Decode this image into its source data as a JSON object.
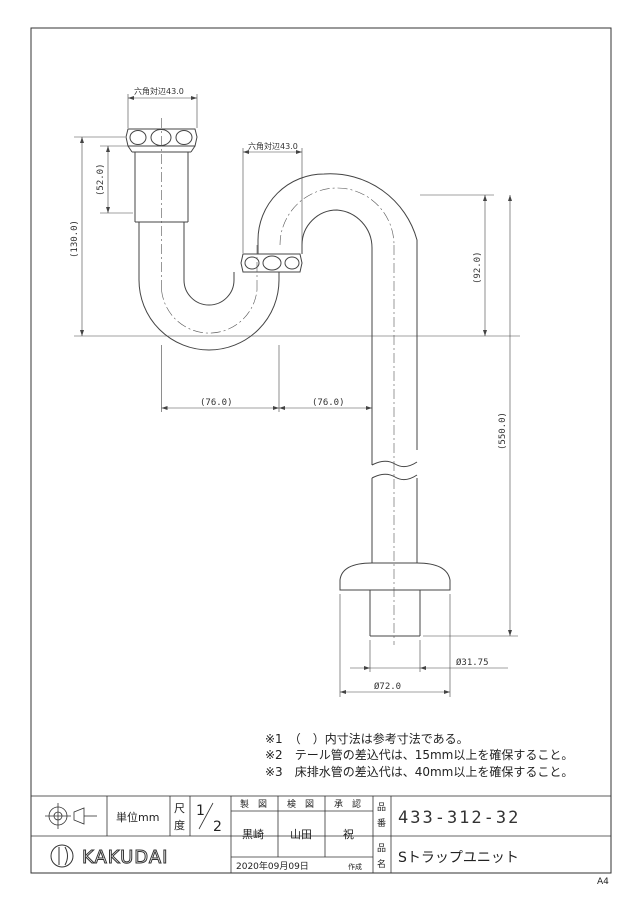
{
  "drawing": {
    "hex_top": "六角対辺43.0",
    "hex_mid": "六角対辺43.0",
    "dim_52": "(52.0)",
    "dim_130": "(130.0)",
    "dim_92": "(92.0)",
    "dim_550": "(550.0)",
    "dim_76_left": "(76.0)",
    "dim_76_right": "(76.0)",
    "dim_d3175": "Ø31.75",
    "dim_d72": "Ø72.0"
  },
  "notes": [
    "※1　（　）内寸法は参考寸法である。",
    "※2　テール管の差込代は、15mm以上を確保すること。",
    "※3　床排水管の差込代は、40mm以上を確保すること。"
  ],
  "titleblock": {
    "unit_label": "単位mm",
    "scale_label_1": "尺",
    "scale_label_2": "度",
    "scale_num": "1",
    "scale_den": "2",
    "h_seizu": "製　図",
    "h_kenzu": "検　図",
    "h_shonin": "承　認",
    "v_seizu": "黒崎",
    "v_kenzu": "山田",
    "v_shonin": "祝",
    "date": "2020年09月09日",
    "date_suffix": "作成",
    "hinban_1": "品",
    "hinban_2": "番",
    "part_number": "433-312-32",
    "hinmei_1": "品",
    "hinmei_2": "名",
    "product_name": "Sトラップユニット",
    "brand": "KAKUDAI",
    "paper_size": "A4"
  }
}
